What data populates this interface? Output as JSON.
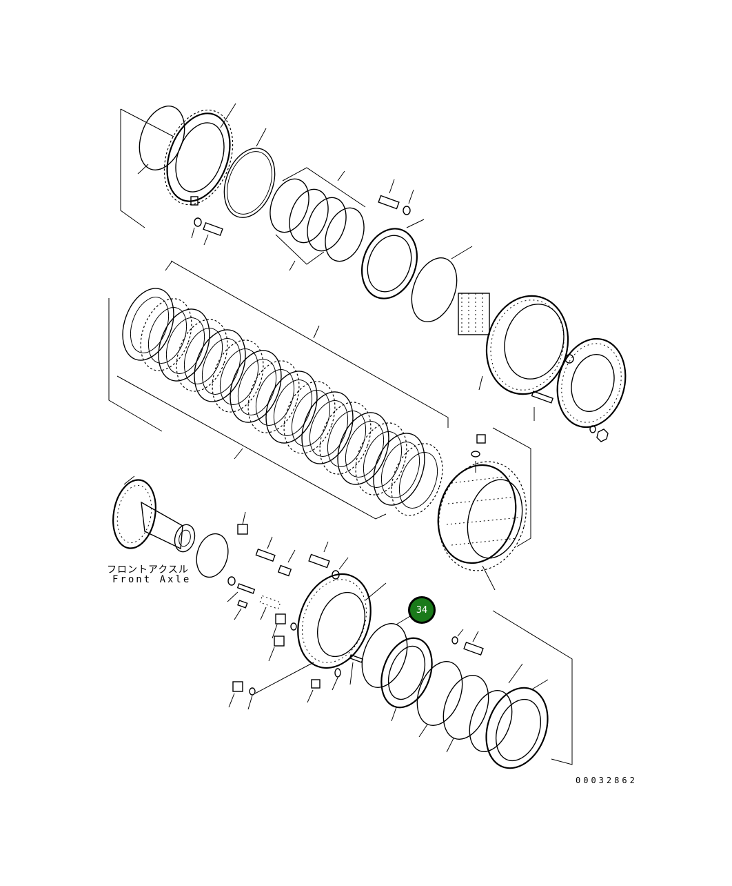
{
  "labels": {
    "front_axle_jp": "フロントアクスル",
    "front_axle_en": "Front Axle",
    "drawing_number": "00032862"
  },
  "callouts": [
    {
      "number": "34",
      "color": "#1a7a1a"
    }
  ],
  "colors": {
    "line": "#000000",
    "background": "#ffffff",
    "callout_fill": "#1a7a1a"
  }
}
